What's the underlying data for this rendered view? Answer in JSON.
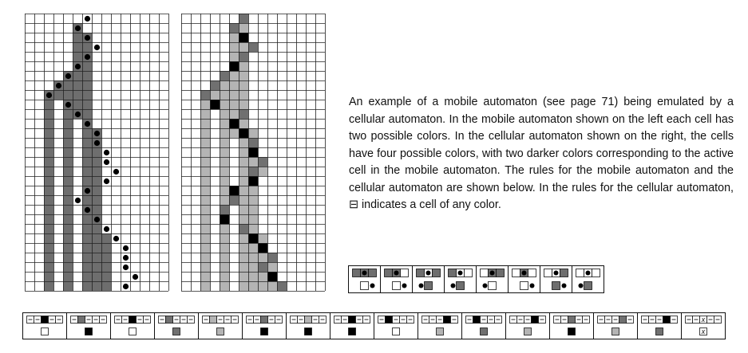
{
  "caption": {
    "text_before_symbol": "An example of a mobile automaton (see page 71) being emulated by a cellular automaton. In the mobile automaton shown on the left each cell has two possible colors. In the cellular automaton shown on the right, the cells have four possible colors, with two darker colors corresponding to the active cell in the mobile automaton. The rules for the mobile automaton and the cellular automaton are shown below. In the rules for the cellular automaton,",
    "any_color_symbol": "⊟",
    "text_after_symbol": "indicates a cell of any color."
  },
  "colors": {
    "white": "#ffffff",
    "light_gray": "#b4b4b4",
    "dark_gray": "#707070",
    "black": "#000000",
    "active_dot": "#000000",
    "grid_line": "#222222"
  },
  "wildcard_label": "x",
  "mobile_automaton_evolution": {
    "columns": 15,
    "rows": 29,
    "description_of_encoding": "",
    "gray_columns_by_row": [
      [],
      [
        5
      ],
      [
        5,
        6
      ],
      [
        5,
        6
      ],
      [
        5,
        6
      ],
      [
        5,
        6
      ],
      [
        4,
        5,
        6
      ],
      [
        3,
        4,
        5,
        6
      ],
      [
        2,
        3,
        4,
        5,
        6
      ],
      [
        2,
        4,
        5,
        6
      ],
      [
        2,
        4,
        5,
        6
      ],
      [
        2,
        4,
        6
      ],
      [
        2,
        4,
        6,
        7
      ],
      [
        2,
        4,
        6,
        7
      ],
      [
        2,
        4,
        6,
        7
      ],
      [
        2,
        4,
        6,
        7
      ],
      [
        2,
        4,
        6,
        7
      ],
      [
        2,
        4,
        6,
        7
      ],
      [
        2,
        4,
        6,
        7
      ],
      [
        2,
        4,
        6,
        7
      ],
      [
        2,
        4,
        6,
        7
      ],
      [
        2,
        4,
        6,
        7
      ],
      [
        2,
        4,
        6,
        7
      ],
      [
        2,
        4,
        6,
        7,
        8
      ],
      [
        2,
        4,
        6,
        7,
        8
      ],
      [
        2,
        4,
        6,
        7,
        8
      ],
      [
        2,
        4,
        6,
        7,
        8
      ],
      [
        2,
        4,
        6,
        7,
        8
      ],
      [
        2,
        4,
        6,
        7,
        8
      ]
    ],
    "active_cell_by_row": [
      6,
      5,
      6,
      7,
      6,
      5,
      4,
      3,
      2,
      4,
      5,
      6,
      7,
      7,
      8,
      8,
      9,
      8,
      6,
      5,
      6,
      7,
      8,
      9,
      10,
      10,
      10,
      11,
      10
    ]
  },
  "cellular_automaton_evolution": {
    "columns": 15,
    "rows": 29,
    "cells_by_row": [
      {
        "6": "D"
      },
      {
        "5": "D",
        "6": "L"
      },
      {
        "5": "L",
        "6": "B"
      },
      {
        "5": "L",
        "6": "L",
        "7": "D"
      },
      {
        "5": "L",
        "6": "D"
      },
      {
        "5": "B",
        "6": "L"
      },
      {
        "4": "D",
        "5": "L",
        "6": "L"
      },
      {
        "3": "D",
        "4": "L",
        "5": "L",
        "6": "L"
      },
      {
        "2": "D",
        "3": "L",
        "4": "L",
        "5": "L",
        "6": "L"
      },
      {
        "2": "L",
        "3": "B",
        "4": "L",
        "5": "L",
        "6": "L"
      },
      {
        "2": "L",
        "4": "L",
        "5": "L",
        "6": "D"
      },
      {
        "2": "L",
        "4": "L",
        "5": "B",
        "6": "L"
      },
      {
        "2": "L",
        "4": "L",
        "5": "L",
        "6": "B",
        "7": "L"
      },
      {
        "2": "L",
        "4": "L",
        "6": "L",
        "7": "D"
      },
      {
        "2": "L",
        "4": "L",
        "6": "L",
        "7": "B"
      },
      {
        "2": "L",
        "4": "L",
        "6": "L",
        "7": "L",
        "8": "D"
      },
      {
        "2": "L",
        "4": "L",
        "6": "L",
        "7": "D",
        "8": "L"
      },
      {
        "2": "L",
        "4": "L",
        "6": "L",
        "7": "B"
      },
      {
        "2": "L",
        "4": "L",
        "5": "B",
        "6": "L",
        "7": "L"
      },
      {
        "2": "L",
        "4": "L",
        "5": "D",
        "6": "L",
        "7": "L"
      },
      {
        "2": "L",
        "4": "D",
        "6": "L",
        "7": "L"
      },
      {
        "2": "L",
        "4": "B",
        "6": "L",
        "7": "L"
      },
      {
        "2": "L",
        "4": "L",
        "6": "D",
        "7": "L"
      },
      {
        "2": "L",
        "4": "L",
        "6": "L",
        "7": "B",
        "8": "L"
      },
      {
        "2": "L",
        "4": "L",
        "6": "L",
        "7": "L",
        "8": "B"
      },
      {
        "2": "L",
        "4": "L",
        "6": "L",
        "7": "L",
        "8": "L",
        "9": "D"
      },
      {
        "2": "L",
        "4": "L",
        "6": "L",
        "7": "L",
        "8": "D",
        "9": "L"
      },
      {
        "2": "L",
        "4": "L",
        "6": "L",
        "7": "L",
        "8": "L",
        "9": "B"
      },
      {
        "2": "L",
        "4": "L",
        "6": "L",
        "7": "L",
        "8": "L",
        "9": "L",
        "10": "D"
      }
    ]
  },
  "mobile_rules": [
    {
      "top": [
        "G",
        "G",
        "G"
      ],
      "result": "W",
      "move": "right"
    },
    {
      "top": [
        "G",
        "G",
        "W"
      ],
      "result": "W",
      "move": "right"
    },
    {
      "top": [
        "G",
        "W",
        "G"
      ],
      "result": "G",
      "move": "left"
    },
    {
      "top": [
        "G",
        "W",
        "W"
      ],
      "result": "G",
      "move": "left"
    },
    {
      "top": [
        "W",
        "G",
        "G"
      ],
      "result": "W",
      "move": "left"
    },
    {
      "top": [
        "W",
        "G",
        "W"
      ],
      "result": "W",
      "move": "right"
    },
    {
      "top": [
        "W",
        "W",
        "G"
      ],
      "result": "G",
      "move": "right"
    },
    {
      "top": [
        "W",
        "W",
        "W"
      ],
      "result": "G",
      "move": "left"
    }
  ],
  "ca_rules": [
    {
      "top": [
        "A",
        "A",
        "B",
        "A",
        "A"
      ],
      "result": "W"
    },
    {
      "top": [
        "A",
        "D",
        "A",
        "A",
        "A"
      ],
      "result": "B"
    },
    {
      "top": [
        "A",
        "A",
        "B",
        "A",
        "A"
      ],
      "result": "W"
    },
    {
      "top": [
        "A",
        "D",
        "A",
        "A",
        "A"
      ],
      "result": "D"
    },
    {
      "top": [
        "A",
        "L",
        "A",
        "A",
        "A"
      ],
      "result": "L"
    },
    {
      "top": [
        "A",
        "A",
        "D",
        "A",
        "A"
      ],
      "result": "B"
    },
    {
      "top": [
        "A",
        "A",
        "L",
        "A",
        "A"
      ],
      "result": "B"
    },
    {
      "top": [
        "A",
        "A",
        "B",
        "A",
        "A"
      ],
      "result": "B"
    },
    {
      "top": [
        "A",
        "B",
        "A",
        "A",
        "A"
      ],
      "result": "W"
    },
    {
      "top": [
        "A",
        "A",
        "A",
        "B",
        "A"
      ],
      "result": "L"
    },
    {
      "top": [
        "A",
        "B",
        "A",
        "A",
        "A"
      ],
      "result": "D"
    },
    {
      "top": [
        "A",
        "A",
        "A",
        "B",
        "A"
      ],
      "result": "L"
    },
    {
      "top": [
        "A",
        "A",
        "D",
        "A",
        "A"
      ],
      "result": "B"
    },
    {
      "top": [
        "A",
        "A",
        "A",
        "D",
        "A"
      ],
      "result": "L"
    },
    {
      "top": [
        "A",
        "A",
        "A",
        "B",
        "A"
      ],
      "result": "D"
    },
    {
      "top": [
        "A",
        "A",
        "X",
        "A",
        "A"
      ],
      "result": "X"
    }
  ]
}
